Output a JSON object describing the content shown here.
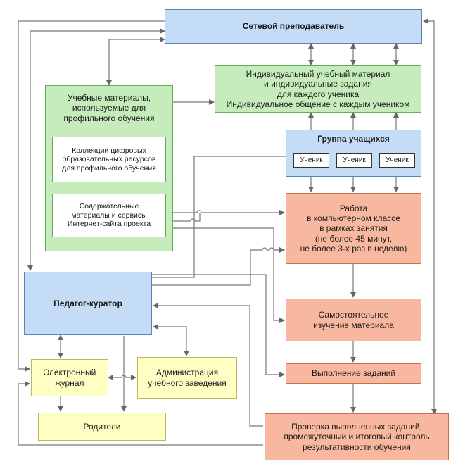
{
  "boxes": {
    "network_teacher": "Сетевой преподаватель",
    "individual": "Индивидуальный учебный материал\nи индивидуальные задания\nдля каждого ученика\nИндивидуальное общение с каждым учеником",
    "materials": "Учебные материалы,\nиспользуемые для\nпрофильного обучения",
    "collections": "Коллекции цифровых\nобразовательных ресурсов\nдля профильного обучения",
    "content": "Содержательные\nматериалы и сервисы\nИнтернет-сайта проекта",
    "group_title": "Группа учащихся",
    "student": "Ученик",
    "work": "Работа\nв компьютерном классе\nв рамках занятия\n(не более 45 минут,\nне более 3-х раз в неделю)",
    "curator": "Педагог-куратор",
    "self_study": "Самостоятельное\nизучение материала",
    "tasks": "Выполнение заданий",
    "journal": "Электронный\nжурнал",
    "administration": "Администрация\nучебного заведения",
    "parents": "Родители",
    "check": "Проверка выполненных заданий,\nпромежуточный и итоговый контроль\nрезультативности обучения"
  }
}
